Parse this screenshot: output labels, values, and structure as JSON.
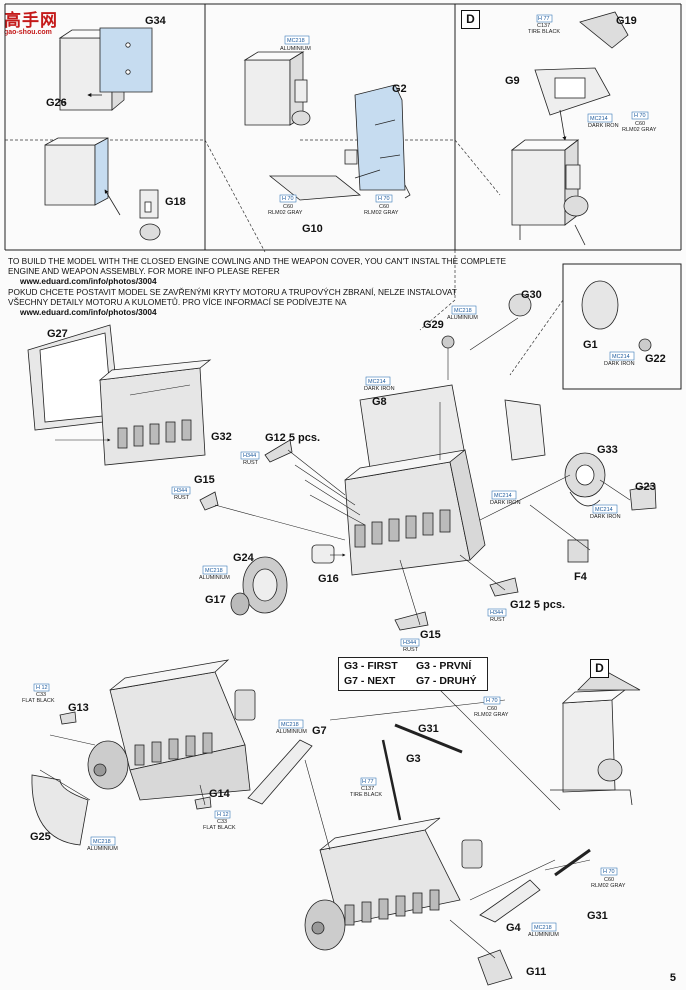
{
  "watermark": {
    "cn": "高手网",
    "domain": "gao-shou.com"
  },
  "steps": {
    "d_top": "D",
    "d_bottom": "D"
  },
  "note": {
    "en_line1": "TO BUILD THE MODEL WITH THE CLOSED ENGINE COWLING AND THE WEAPON COVER, YOU CAN'T INSTAL THE COMPLETE",
    "en_line2": "ENGINE AND WEAPON ASSEMBLY. FOR MORE INFO PLEASE REFER",
    "url1": "www.eduard.com/info/photos/3004",
    "cz_line1": "POKUD CHCETE POSTAVIT MODEL SE ZAVŘENÝMI KRYTY MOTORU A TRUPOVÝCH ZBRANÍ, NELZE INSTALOVAT",
    "cz_line2": "VŠECHNY DETAILY MOTORU A KULOMETŮ. PRO VÍCE INFORMACÍ SE PODÍVEJTE NA",
    "url2": "www.eduard.com/info/photos/3004"
  },
  "sequence": {
    "a": "G3 - FIRST",
    "b": "G3 - PRVNÍ",
    "c": "G7 - NEXT",
    "d": "G7 - DRUHÝ"
  },
  "parts": {
    "g34": "G34",
    "g26": "G26",
    "g18": "G18",
    "g2": "G2",
    "g10": "G10",
    "g19": "G19",
    "g9": "G9",
    "g30": "G30",
    "g29": "G29",
    "g27": "G27",
    "g1": "G1",
    "g22": "G22",
    "g8": "G8",
    "g32": "G32",
    "g12a": "G12 5 pcs.",
    "g15a": "G15",
    "g33": "G33",
    "g23": "G23",
    "g24": "G24",
    "g16": "G16",
    "g17": "G17",
    "f4": "F4",
    "g12b": "G12 5 pcs.",
    "g15b": "G15",
    "g13": "G13",
    "g7": "G7",
    "g31a": "G31",
    "g3": "G3",
    "g14": "G14",
    "g25": "G25",
    "g4": "G4",
    "g31b": "G31",
    "g11": "G11"
  },
  "paints": {
    "mc218": {
      "code": "MC218",
      "name": "ALUMINIUM"
    },
    "mc214": {
      "code": "MC214",
      "name": "DARK IRON"
    },
    "h70": {
      "code": "H 70",
      "code2": "C60",
      "name": "RLM02 GRAY"
    },
    "h77": {
      "code": "H 77",
      "code2": "C137",
      "name": "TIRE BLACK"
    },
    "h12": {
      "code": "H 12",
      "code2": "C33",
      "name": "FLAT BLACK"
    },
    "h344": {
      "code": "H344",
      "name": "RUST"
    }
  },
  "colors": {
    "blue_face": "#c6dcf0",
    "paint_box": "#3a7ab8",
    "watermark": "#c41a1a"
  },
  "page_number": "5"
}
